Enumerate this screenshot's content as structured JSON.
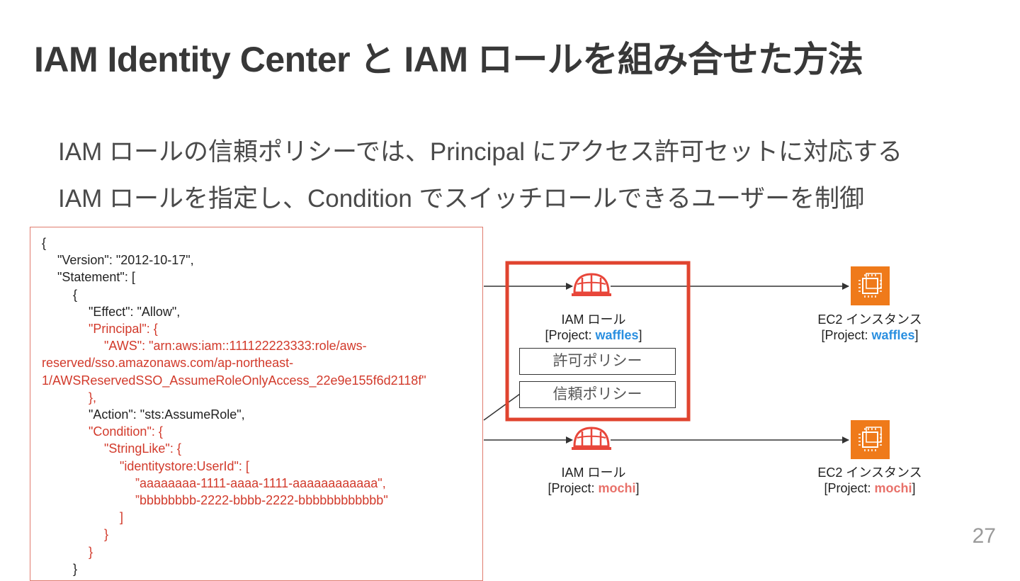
{
  "title": "IAM Identity Center と IAM ロールを組み合せた方法",
  "lead": {
    "line1": "IAM ロールの信頼ポリシーでは、Principal にアクセス許可セットに対応する",
    "line2": "IAM ロールを指定し、Condition でスイッチロールできるユーザーを制御"
  },
  "code_lines": [
    {
      "text": "{",
      "indent": 0,
      "red": false
    },
    {
      "text": "\"Version\": \"2012-10-17\",",
      "indent": 1,
      "red": false
    },
    {
      "text": "\"Statement\": [",
      "indent": 1,
      "red": false
    },
    {
      "text": "{",
      "indent": 2,
      "red": false
    },
    {
      "text": "\"Effect\": \"Allow\",",
      "indent": 3,
      "red": false
    },
    {
      "text": "\"Principal\": {",
      "indent": 3,
      "red": true
    },
    {
      "text": "\"AWS\": \"arn:aws:iam::111122223333:role/aws-",
      "indent": 4,
      "red": true
    },
    {
      "text": "reserved/sso.amazonaws.com/ap-northeast-",
      "indent": 0,
      "red": true
    },
    {
      "text": "1/AWSReservedSSO_AssumeRoleOnlyAccess_22e9e155f6d2118f\"",
      "indent": 0,
      "red": true
    },
    {
      "text": "},",
      "indent": 3,
      "red": true
    },
    {
      "text": "\"Action\": \"sts:AssumeRole\",",
      "indent": 3,
      "red": false
    },
    {
      "text": "\"Condition\": {",
      "indent": 3,
      "red": true
    },
    {
      "text": "\"StringLike\": {",
      "indent": 4,
      "red": true
    },
    {
      "text": "\"identitystore:UserId\": [",
      "indent": 5,
      "red": true
    },
    {
      "text": "”aaaaaaaa-1111-aaaa-1111-aaaaaaaaaaaa\",",
      "indent": 6,
      "red": true
    },
    {
      "text": "”bbbbbbbb-2222-bbbb-2222-bbbbbbbbbbbb\"",
      "indent": 6,
      "red": true
    },
    {
      "text": "]",
      "indent": 5,
      "red": true
    },
    {
      "text": "}",
      "indent": 4,
      "red": true
    },
    {
      "text": "}",
      "indent": 3,
      "red": true
    },
    {
      "text": "}",
      "indent": 2,
      "red": false
    }
  ],
  "diagram": {
    "role_top": {
      "line1": "IAM ロール",
      "prefix": "[Project: ",
      "project": "waffles",
      "suffix": "]"
    },
    "ec2_top": {
      "line1": "EC2 インスタンス",
      "prefix": "[Project: ",
      "project": "waffles",
      "suffix": "]"
    },
    "role_bottom": {
      "line1": "IAM ロール",
      "prefix": "[Project: ",
      "project": "mochi",
      "suffix": "]"
    },
    "ec2_bottom": {
      "line1": "EC2 インスタンス",
      "prefix": "[Project: ",
      "project": "mochi",
      "suffix": "]"
    },
    "permission_policy": "許可ポリシー",
    "trust_policy": "信頼ポリシー"
  },
  "colors": {
    "highlight_box": "#e0442f",
    "waffles": "#2a8fe0",
    "mochi": "#e8716a",
    "ec2_orange": "#ef7a1a",
    "code_red": "#d23a2b"
  },
  "page_number": "27"
}
